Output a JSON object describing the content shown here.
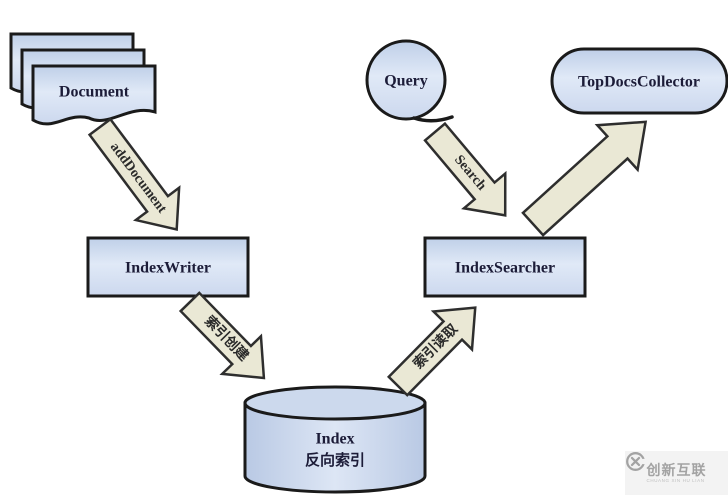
{
  "diagram": {
    "nodes": {
      "document": {
        "label": "Document",
        "shape": "document-stack"
      },
      "index_writer": {
        "label": "IndexWriter",
        "shape": "rectangle"
      },
      "index": {
        "title": "Index",
        "subtitle": "反向索引",
        "shape": "cylinder"
      },
      "query": {
        "label": "Query",
        "shape": "circle"
      },
      "index_searcher": {
        "label": "IndexSearcher",
        "shape": "rectangle"
      },
      "top_docs_collector": {
        "label": "TopDocsCollector",
        "shape": "stadium"
      }
    },
    "edges": {
      "add_document": {
        "label": "addDocument",
        "from": "document",
        "to": "index_writer"
      },
      "index_create": {
        "label": "索引创建",
        "from": "index_writer",
        "to": "index"
      },
      "search": {
        "label": "Search",
        "from": "query",
        "to": "index_searcher"
      },
      "index_read": {
        "label": "索引读取",
        "from": "index",
        "to": "index_searcher"
      },
      "collect": {
        "from": "index_searcher",
        "to": "top_docs_collector"
      }
    },
    "colors": {
      "node_fill_top": "#bfcfe8",
      "node_fill_mid": "#e0e9f7",
      "node_fill_bottom": "#ccd8ee",
      "node_border": "#1a1a1a",
      "arrow_fill": "#eae8d5",
      "arrow_border": "#2e2e2e",
      "label_text": "#1c1c38",
      "background": "#ffffff"
    }
  },
  "watermark": {
    "brand": "创新互联",
    "subtext": "CHUANG XIN HU LIAN"
  }
}
